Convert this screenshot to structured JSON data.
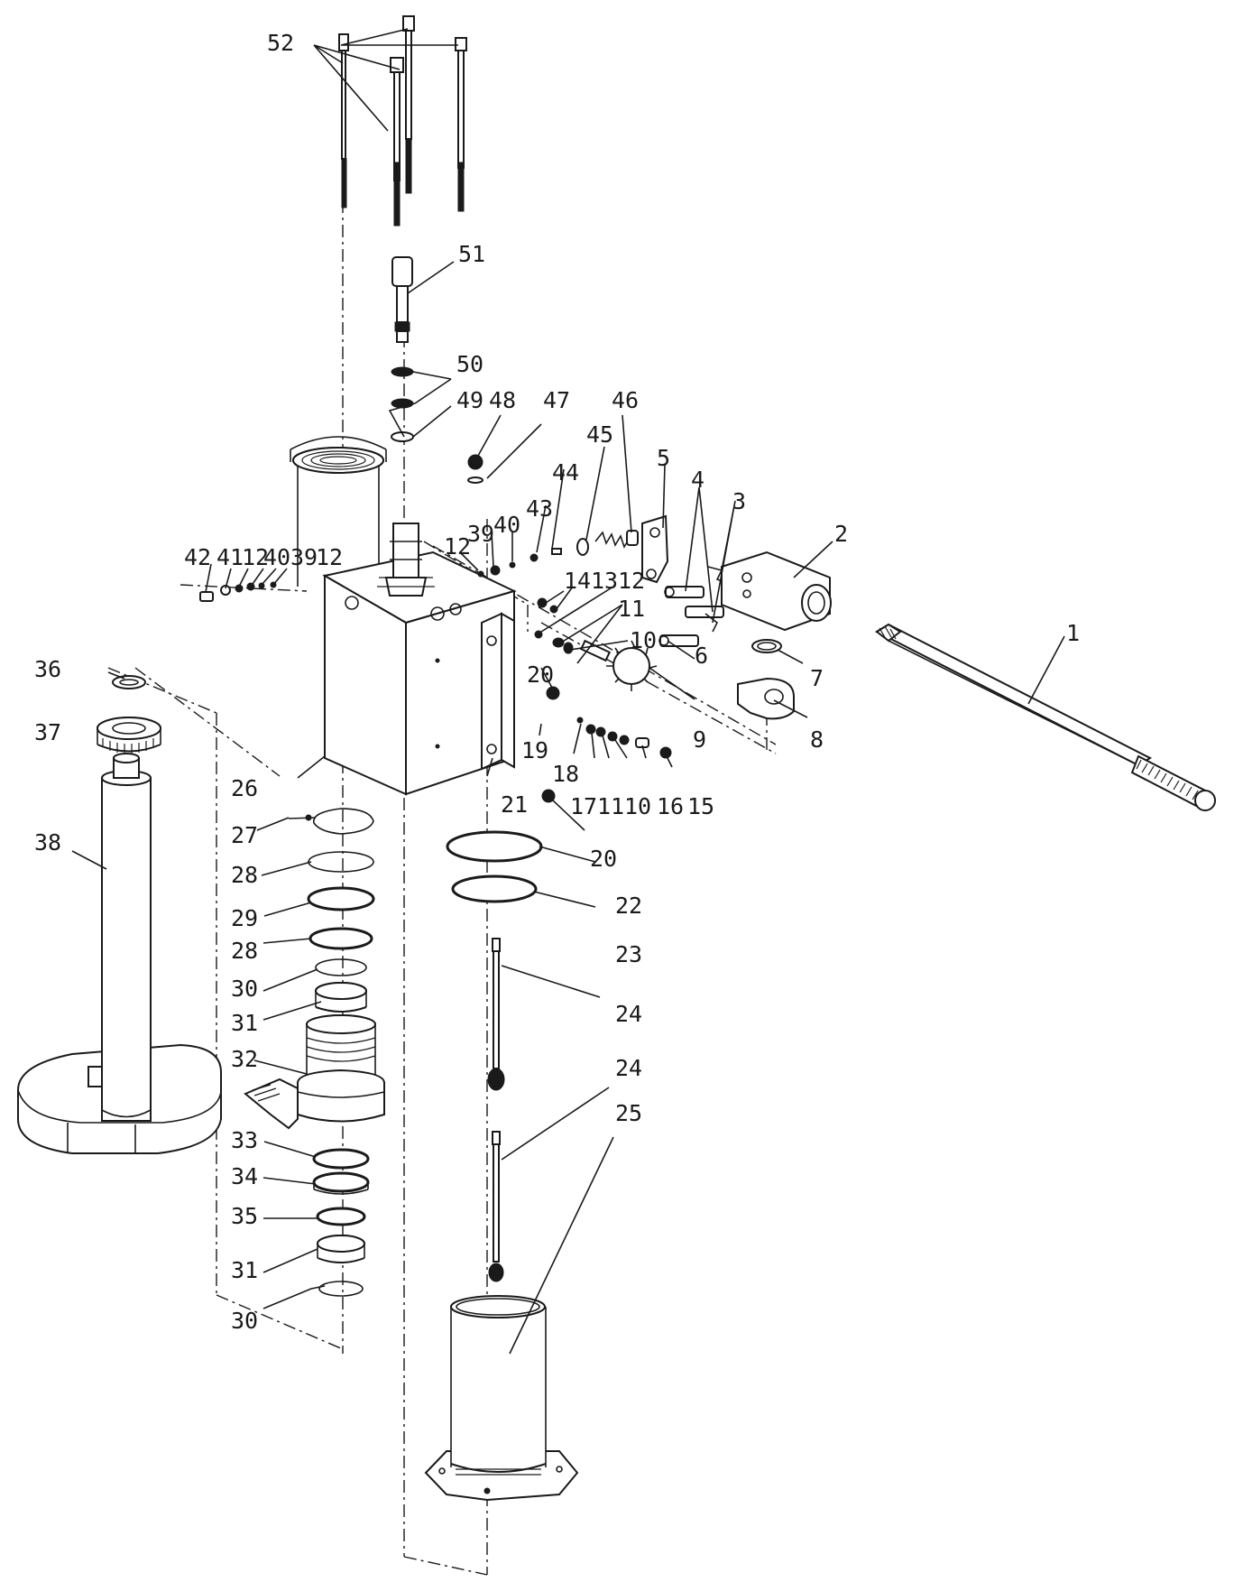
{
  "labels": {
    "p52": "52",
    "p51": "51",
    "p50": "50",
    "p49": "49",
    "p48": "48",
    "p47": "47",
    "p46": "46",
    "p45": "45",
    "p44": "44",
    "p43": "43",
    "p40a": "40",
    "p39a": "39",
    "p12a": "12",
    "p5": "5",
    "p4": "4",
    "p3": "3",
    "p2": "2",
    "p1": "1",
    "p42": "42",
    "p41": "41",
    "p12b": "12",
    "p40b": "40",
    "p39b": "39",
    "p12c": "12",
    "p14": "14",
    "p13": "13",
    "p12d": "12",
    "p11a": "11",
    "p10a": "10",
    "p6": "6",
    "p7": "7",
    "p8": "8",
    "p9": "9",
    "p20a": "20",
    "p19": "19",
    "p18": "18",
    "p17": "17",
    "p11b": "11",
    "p10b": "10",
    "p16": "16",
    "p15": "15",
    "p21": "21",
    "p20b": "20",
    "p36": "36",
    "p37": "37",
    "p26": "26",
    "p38": "38",
    "p27": "27",
    "p28a": "28",
    "p29": "29",
    "p28b": "28",
    "p30a": "30",
    "p31a": "31",
    "p32": "32",
    "p33": "33",
    "p34": "34",
    "p35": "35",
    "p31b": "31",
    "p30b": "30",
    "p22": "22",
    "p23": "23",
    "p24a": "24",
    "p24b": "24",
    "p25": "25"
  }
}
